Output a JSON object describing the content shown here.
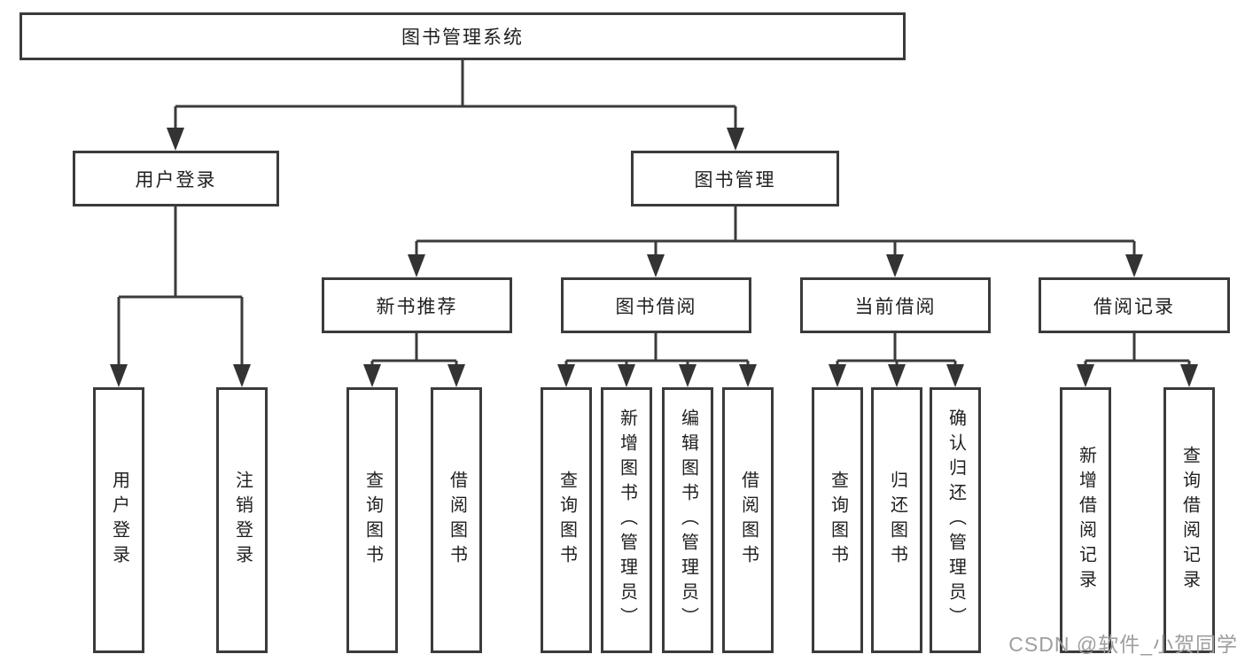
{
  "diagram": {
    "root": "图书管理系统",
    "branches": [
      {
        "label": "用户登录",
        "children": [
          "用户登录",
          "注销登录"
        ]
      },
      {
        "label": "图书管理",
        "groups": [
          {
            "label": "新书推荐",
            "children": [
              "查询图书",
              "借阅图书"
            ]
          },
          {
            "label": "图书借阅",
            "children": [
              "查询图书",
              "新增图书（管理员）",
              "编辑图书（管理员）",
              "借阅图书"
            ]
          },
          {
            "label": "当前借阅",
            "children": [
              "查询图书",
              "归还图书",
              "确认归还（管理员）"
            ]
          },
          {
            "label": "借阅记录",
            "children": [
              "新增借阅记录",
              "查询借阅记录"
            ]
          }
        ]
      }
    ]
  },
  "colors": {
    "line": "#3b3b3b",
    "arrow": "#333333",
    "text": "#1f1f1f",
    "watermark": "#9e9e9e",
    "background": "#ffffff"
  },
  "watermark": "CSDN @软件_小贺同学"
}
